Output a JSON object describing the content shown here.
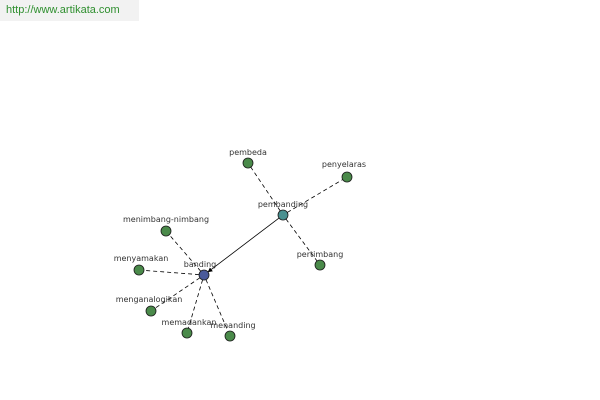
{
  "source": {
    "url_text": "http://www.artikata.com",
    "url_color": "#2f8f2f"
  },
  "graph": {
    "colors": {
      "leaf": "#4a8a4a",
      "root": "#4a5a9a",
      "hub": "#4a9090",
      "edge": "#000000"
    },
    "nodes": [
      {
        "id": "banding",
        "label": "banding",
        "kind": "root"
      },
      {
        "id": "pembanding",
        "label": "pembanding",
        "kind": "hub"
      },
      {
        "id": "pembeda",
        "label": "pembeda",
        "kind": "leaf"
      },
      {
        "id": "penyelaras",
        "label": "penyelaras",
        "kind": "leaf"
      },
      {
        "id": "pertimbang",
        "label": "pertimbang",
        "kind": "leaf"
      },
      {
        "id": "menimbang-nimbang",
        "label": "menimbang-nimbang",
        "kind": "leaf"
      },
      {
        "id": "menyamakan",
        "label": "menyamakan",
        "kind": "leaf"
      },
      {
        "id": "menganalogikan",
        "label": "menganalogikan",
        "kind": "leaf"
      },
      {
        "id": "memadankan",
        "label": "memadankan",
        "kind": "leaf"
      },
      {
        "id": "menanding",
        "label": "menanding",
        "kind": "leaf"
      }
    ],
    "edges": [
      {
        "from": "banding",
        "to": "pembanding",
        "style": "solid",
        "arrow": "from"
      },
      {
        "from": "pembanding",
        "to": "pembeda",
        "style": "dashed"
      },
      {
        "from": "pembanding",
        "to": "penyelaras",
        "style": "dashed"
      },
      {
        "from": "pembanding",
        "to": "pertimbang",
        "style": "dashed"
      },
      {
        "from": "banding",
        "to": "menimbang-nimbang",
        "style": "dashed"
      },
      {
        "from": "banding",
        "to": "menyamakan",
        "style": "dashed"
      },
      {
        "from": "banding",
        "to": "menganalogikan",
        "style": "dashed"
      },
      {
        "from": "banding",
        "to": "memadankan",
        "style": "dashed"
      },
      {
        "from": "banding",
        "to": "menanding",
        "style": "dashed"
      }
    ]
  }
}
